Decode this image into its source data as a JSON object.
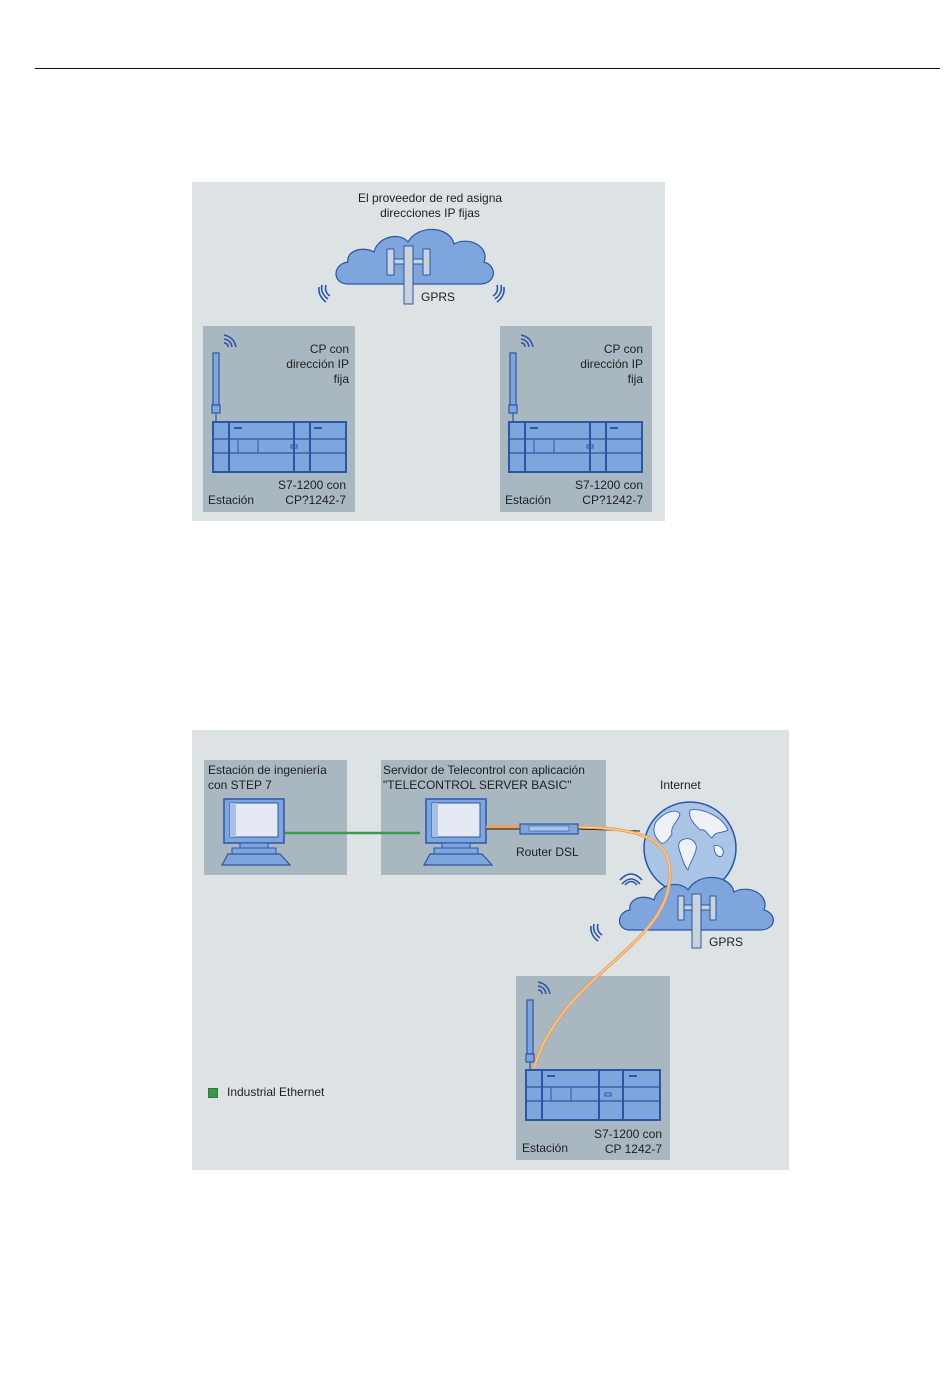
{
  "diagram1": {
    "cloud_caption_line1": "El proveedor de red asigna",
    "cloud_caption_line2": "direcciones IP fijas",
    "gprs_label": "GPRS",
    "stations": [
      {
        "cp_line1": "CP con",
        "cp_line2": "dirección IP",
        "cp_line3": "fija",
        "device_line1": "S7-1200 con",
        "device_line2": "CP?1242-7",
        "station_label": "Estación"
      },
      {
        "cp_line1": "CP con",
        "cp_line2": "dirección IP",
        "cp_line3": "fija",
        "device_line1": "S7-1200 con",
        "device_line2": "CP?1242-7",
        "station_label": "Estación"
      }
    ]
  },
  "diagram2": {
    "engineering_station_line1": "Estación de ingeniería",
    "engineering_station_line2": "con STEP 7",
    "server_line1": "Servidor de Telecontrol con aplicación",
    "server_line2": "\"TELECONTROL SERVER BASIC\"",
    "router_label": "Router DSL",
    "internet_label": "Internet",
    "gprs_label": "GPRS",
    "station_device_line1": "S7-1200 con",
    "station_device_line2": "CP 1242-7",
    "station_label": "Estación",
    "legend_label": "Industrial Ethernet"
  },
  "colors": {
    "panel_bg": "#dde2e5",
    "box_bg": "#a9b8c0",
    "device_blue": "#7fa6dc",
    "device_stroke": "#2a56a6",
    "ethernet_green": "#3a9a4a",
    "cable_orange": "#f0a050"
  }
}
